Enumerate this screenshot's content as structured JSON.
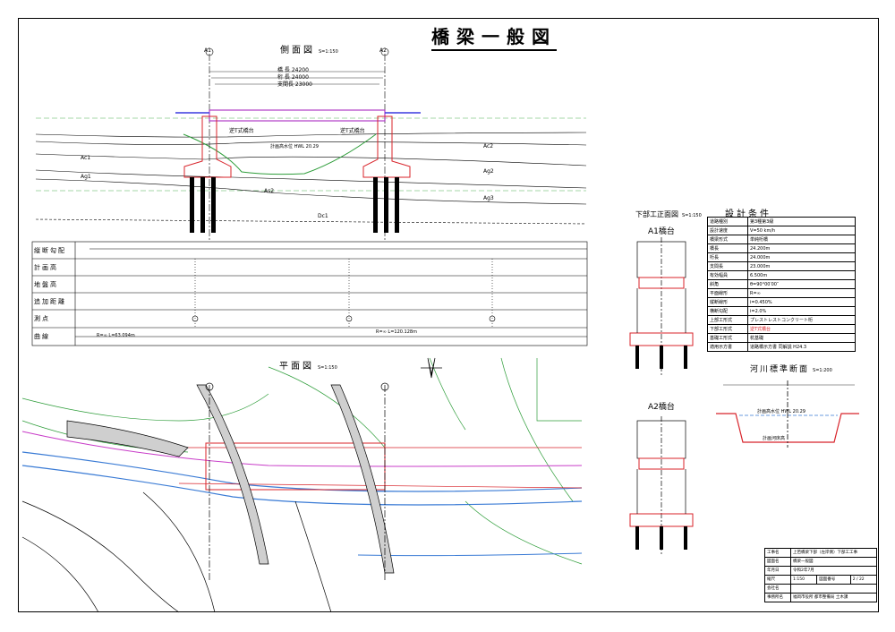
{
  "title": "橋梁一般図",
  "side_view": {
    "label": "側面図",
    "scale": "S=1:150",
    "abutment_left": "逆T式橋台",
    "abutment_right": "逆T式橋台",
    "axis_left": "A1",
    "axis_right": "A2",
    "dims": [
      "橋 長 24200",
      "桁 長 24000",
      "支間長 23000"
    ],
    "hwl": "計画高水位 HWL 20.29",
    "levels": [
      "Ac1",
      "Ag1",
      "As2",
      "Ac2",
      "Ag2",
      "Dc1",
      "Ag3"
    ]
  },
  "profile_rows": {
    "labels": [
      "縦断勾配",
      "計画高",
      "地盤高",
      "追加距離",
      "測点",
      "曲線"
    ],
    "curve_left": "R=∞ L=63.094m",
    "curve_right": "R=∞ L=120.128m"
  },
  "plan_view": {
    "label": "平面図",
    "scale": "S=1:150"
  },
  "pier_front": {
    "label": "下部工正面図",
    "scale": "S=1:150",
    "a1": "A1橋台",
    "a2": "A2橋台"
  },
  "design_conditions": {
    "label": "設計条件",
    "rows": [
      [
        "道路種別",
        "第3種第3級"
      ],
      [
        "設計速度",
        "V=50 km/h"
      ],
      [
        "橋梁形式",
        "単純桁橋"
      ],
      [
        "橋長",
        "24.200m"
      ],
      [
        "桁長",
        "24.000m"
      ],
      [
        "支間長",
        "23.000m"
      ],
      [
        "有効幅員",
        "6.500m"
      ],
      [
        "斜角",
        "θ=90°00′00″"
      ],
      [
        "平面線形",
        "R=∞"
      ],
      [
        "縦断線形",
        "i=0.450%"
      ],
      [
        "横断勾配",
        "i=2.0%"
      ],
      [
        "上部工形式",
        "プレストレストコンクリート桁"
      ],
      [
        "下部工形式",
        "逆T式橋台"
      ],
      [
        "基礎工形式",
        "杭基礎"
      ],
      [
        "適用示方書",
        "道路橋示方書 同解説 H24.3"
      ]
    ]
  },
  "river_section": {
    "label": "河川標準断面",
    "scale": "S=1:200",
    "hwl": "計画高水位 HWL 20.29",
    "bed": "計画河床高"
  },
  "title_block": {
    "rows": [
      [
        "工事名",
        "上芭橋梁下部（左岸側）下部工工事"
      ],
      [
        "図面名",
        "橋梁一般図"
      ],
      [
        "年月日",
        "令和2年7月"
      ],
      [
        "縮尺",
        "1:150"
      ],
      [
        "会社名",
        ""
      ],
      [
        "事務所名",
        "福岡市役所 都市整備局 土木課"
      ]
    ],
    "sheet_label": "図面番号",
    "sheet_no": "2 / 22"
  }
}
